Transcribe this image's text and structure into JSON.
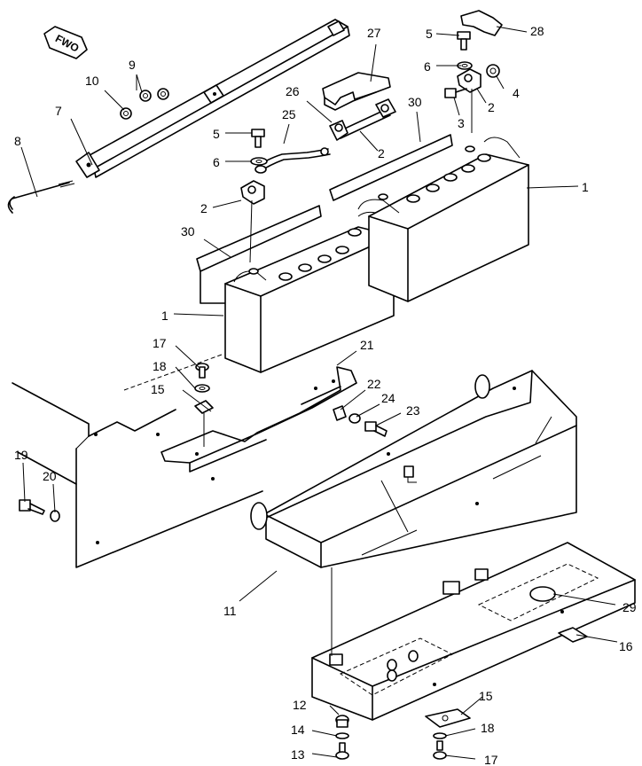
{
  "diagram": {
    "fwo_mark": "FWO",
    "callouts": [
      {
        "id": "c1a",
        "text": "1"
      },
      {
        "id": "c1b",
        "text": "1"
      },
      {
        "id": "c2a",
        "text": "2"
      },
      {
        "id": "c2b",
        "text": "2"
      },
      {
        "id": "c2c",
        "text": "2"
      },
      {
        "id": "c3",
        "text": "3"
      },
      {
        "id": "c4",
        "text": "4"
      },
      {
        "id": "c5a",
        "text": "5"
      },
      {
        "id": "c5b",
        "text": "5"
      },
      {
        "id": "c6a",
        "text": "6"
      },
      {
        "id": "c6b",
        "text": "6"
      },
      {
        "id": "c7",
        "text": "7"
      },
      {
        "id": "c8",
        "text": "8"
      },
      {
        "id": "c9",
        "text": "9"
      },
      {
        "id": "c10",
        "text": "10"
      },
      {
        "id": "c11",
        "text": "11"
      },
      {
        "id": "c12",
        "text": "12"
      },
      {
        "id": "c13",
        "text": "13"
      },
      {
        "id": "c14",
        "text": "14"
      },
      {
        "id": "c15a",
        "text": "15"
      },
      {
        "id": "c15b",
        "text": "15"
      },
      {
        "id": "c16",
        "text": "16"
      },
      {
        "id": "c17a",
        "text": "17"
      },
      {
        "id": "c17b",
        "text": "17"
      },
      {
        "id": "c18a",
        "text": "18"
      },
      {
        "id": "c18b",
        "text": "18"
      },
      {
        "id": "c19",
        "text": "19"
      },
      {
        "id": "c20",
        "text": "20"
      },
      {
        "id": "c21",
        "text": "21"
      },
      {
        "id": "c22",
        "text": "22"
      },
      {
        "id": "c23",
        "text": "23"
      },
      {
        "id": "c24",
        "text": "24"
      },
      {
        "id": "c25",
        "text": "25"
      },
      {
        "id": "c26",
        "text": "26"
      },
      {
        "id": "c27",
        "text": "27"
      },
      {
        "id": "c28",
        "text": "28"
      },
      {
        "id": "c29",
        "text": "29"
      },
      {
        "id": "c30a",
        "text": "30"
      },
      {
        "id": "c30b",
        "text": "30"
      }
    ]
  }
}
